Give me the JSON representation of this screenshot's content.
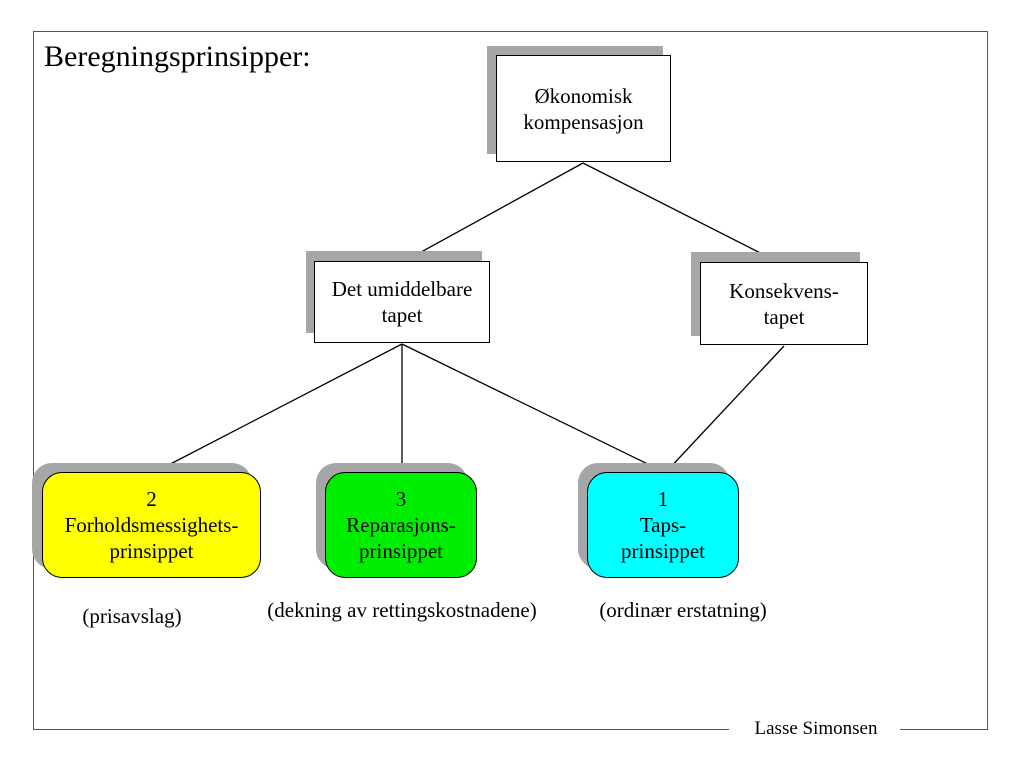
{
  "title": "Beregningsprinsipper:",
  "author": "Lasse Simonsen",
  "nodes": {
    "root": {
      "line1": "Økonomisk",
      "line2": "kompensasjon"
    },
    "direct_loss": {
      "line1": "Det umiddelbare",
      "line2": "tapet"
    },
    "consequential_loss": {
      "line1": "Konsekvens-",
      "line2": "tapet"
    },
    "proportionality": {
      "number": "2",
      "line1": "Forholdsmessighets-",
      "line2": "prinsippet",
      "caption": "(prisavslag)"
    },
    "repair": {
      "number": "3",
      "line1": "Reparasjons-",
      "line2": "prinsippet",
      "caption": "(dekning av rettingskostnadene)"
    },
    "loss": {
      "number": "1",
      "line1": "Taps-",
      "line2": "prinsippet",
      "caption": "(ordinær erstatning)"
    }
  },
  "colors": {
    "proportionality": "#ffff00",
    "repair": "#00ee00",
    "loss": "#00ffff",
    "shadow": "#a6a6a6"
  }
}
